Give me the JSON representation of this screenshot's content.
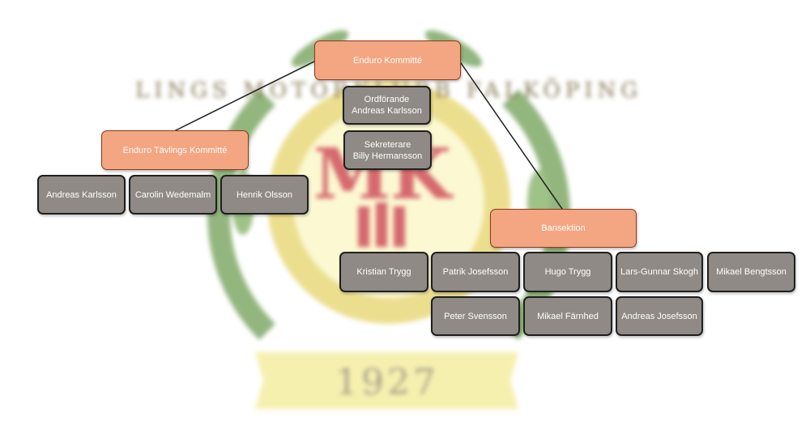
{
  "watermark": {
    "year": "1927",
    "monogram": "MK",
    "ring_text": "LINGS MOTORKLUBB FALKÖPING",
    "colors": {
      "leaf": "#6f9e55",
      "gold": "#e5d46a",
      "red": "#c9383f",
      "cream": "#fbf6c3"
    }
  },
  "colors": {
    "committee": "#f4a582",
    "member": "#8f8a85",
    "line": "#1f1f1f"
  },
  "org": {
    "root": "Enduro Kommitté",
    "officers": [
      "Ordförande\nAndreas Karlsson",
      "Sekreterare\nBilly Hermansson"
    ],
    "tavling": {
      "title": "Enduro Tävlings Kommitté",
      "members": [
        "Andreas Karlsson",
        "Carolin Wedemalm",
        "Henrik Olsson"
      ]
    },
    "bansektion": {
      "title": "Bansektion",
      "members_row1": [
        "Kristian Trygg",
        "Patrik Josefsson",
        "Hugo Trygg",
        "Lars-Gunnar Skogh",
        "Mikael Bengtsson"
      ],
      "members_row2": [
        "Peter Svensson",
        "Mikael Färnhed",
        "Andreas Josefsson"
      ]
    }
  }
}
